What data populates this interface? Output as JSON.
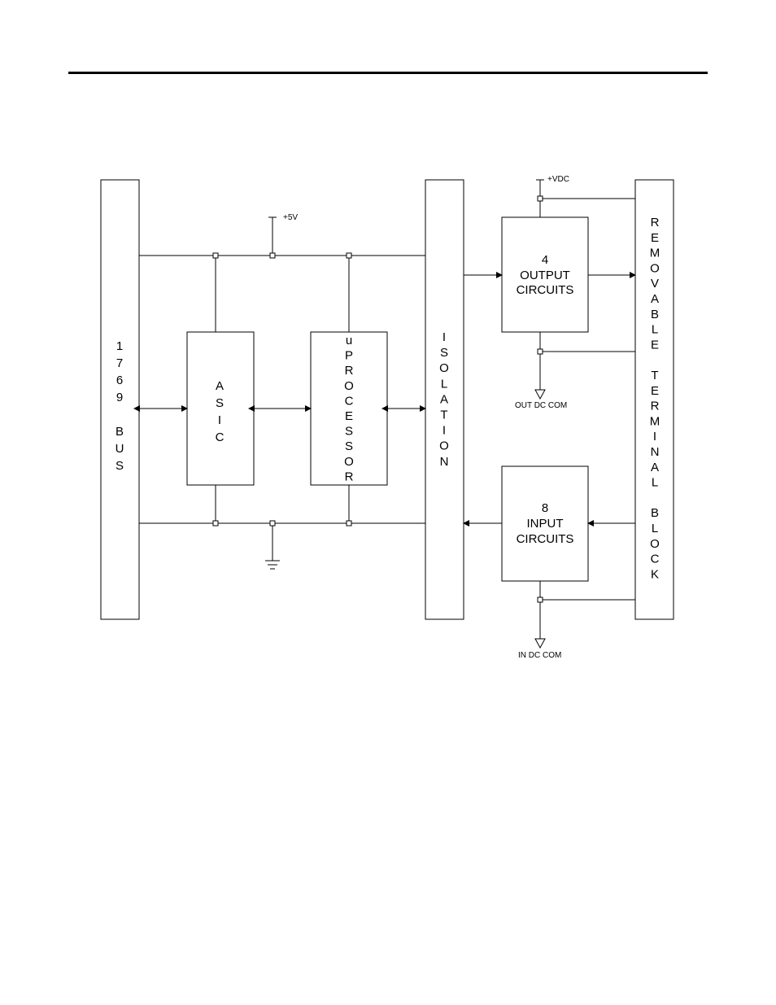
{
  "blocks": {
    "bus": "1769 BUS",
    "asic": "ASIC",
    "uprocessor": "uPROCESSOR",
    "isolation": "ISOLATION",
    "output_circuits": [
      "4",
      "OUTPUT",
      "CIRCUITS"
    ],
    "input_circuits": [
      "8",
      "INPUT",
      "CIRCUITS"
    ],
    "terminal_block": "REMOVABLE TERMINAL BLOCK"
  },
  "labels": {
    "plus5v": "+5V",
    "plus_vdc": "+VDC",
    "out_dc_com": "OUT DC COM",
    "in_dc_com": "IN DC COM"
  }
}
